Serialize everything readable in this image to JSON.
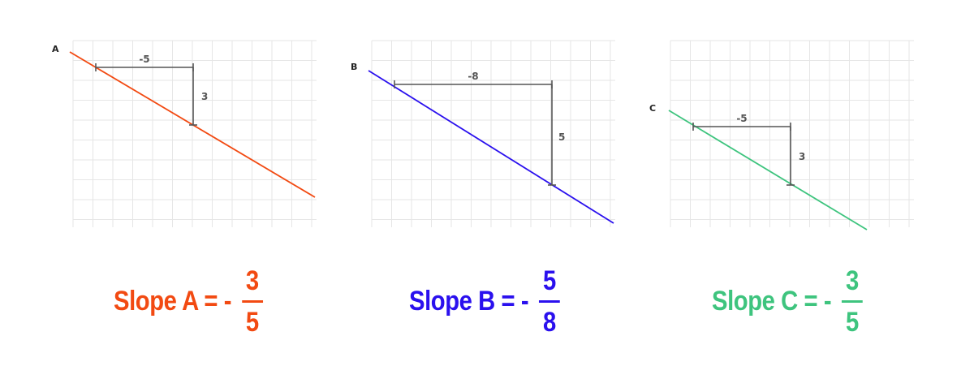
{
  "colors": {
    "grid": "#e6e6e6",
    "dimension": "#555555",
    "a": "#f24a12",
    "b": "#2a10ee",
    "c": "#3ec47e"
  },
  "panels": [
    {
      "id": "a",
      "letter": "A",
      "run_label": "-5",
      "rise_label": "3",
      "color_key": "a",
      "formula": {
        "prefix": "Slope A = - ",
        "numerator": "3",
        "denominator": "5"
      }
    },
    {
      "id": "b",
      "letter": "B",
      "run_label": "-8",
      "rise_label": "5",
      "color_key": "b",
      "formula": {
        "prefix": "Slope B = - ",
        "numerator": "5",
        "denominator": "8"
      }
    },
    {
      "id": "c",
      "letter": "C",
      "run_label": "-5",
      "rise_label": "3",
      "color_key": "c",
      "formula": {
        "prefix": "Slope C = - ",
        "numerator": "3",
        "denominator": "5"
      }
    }
  ]
}
